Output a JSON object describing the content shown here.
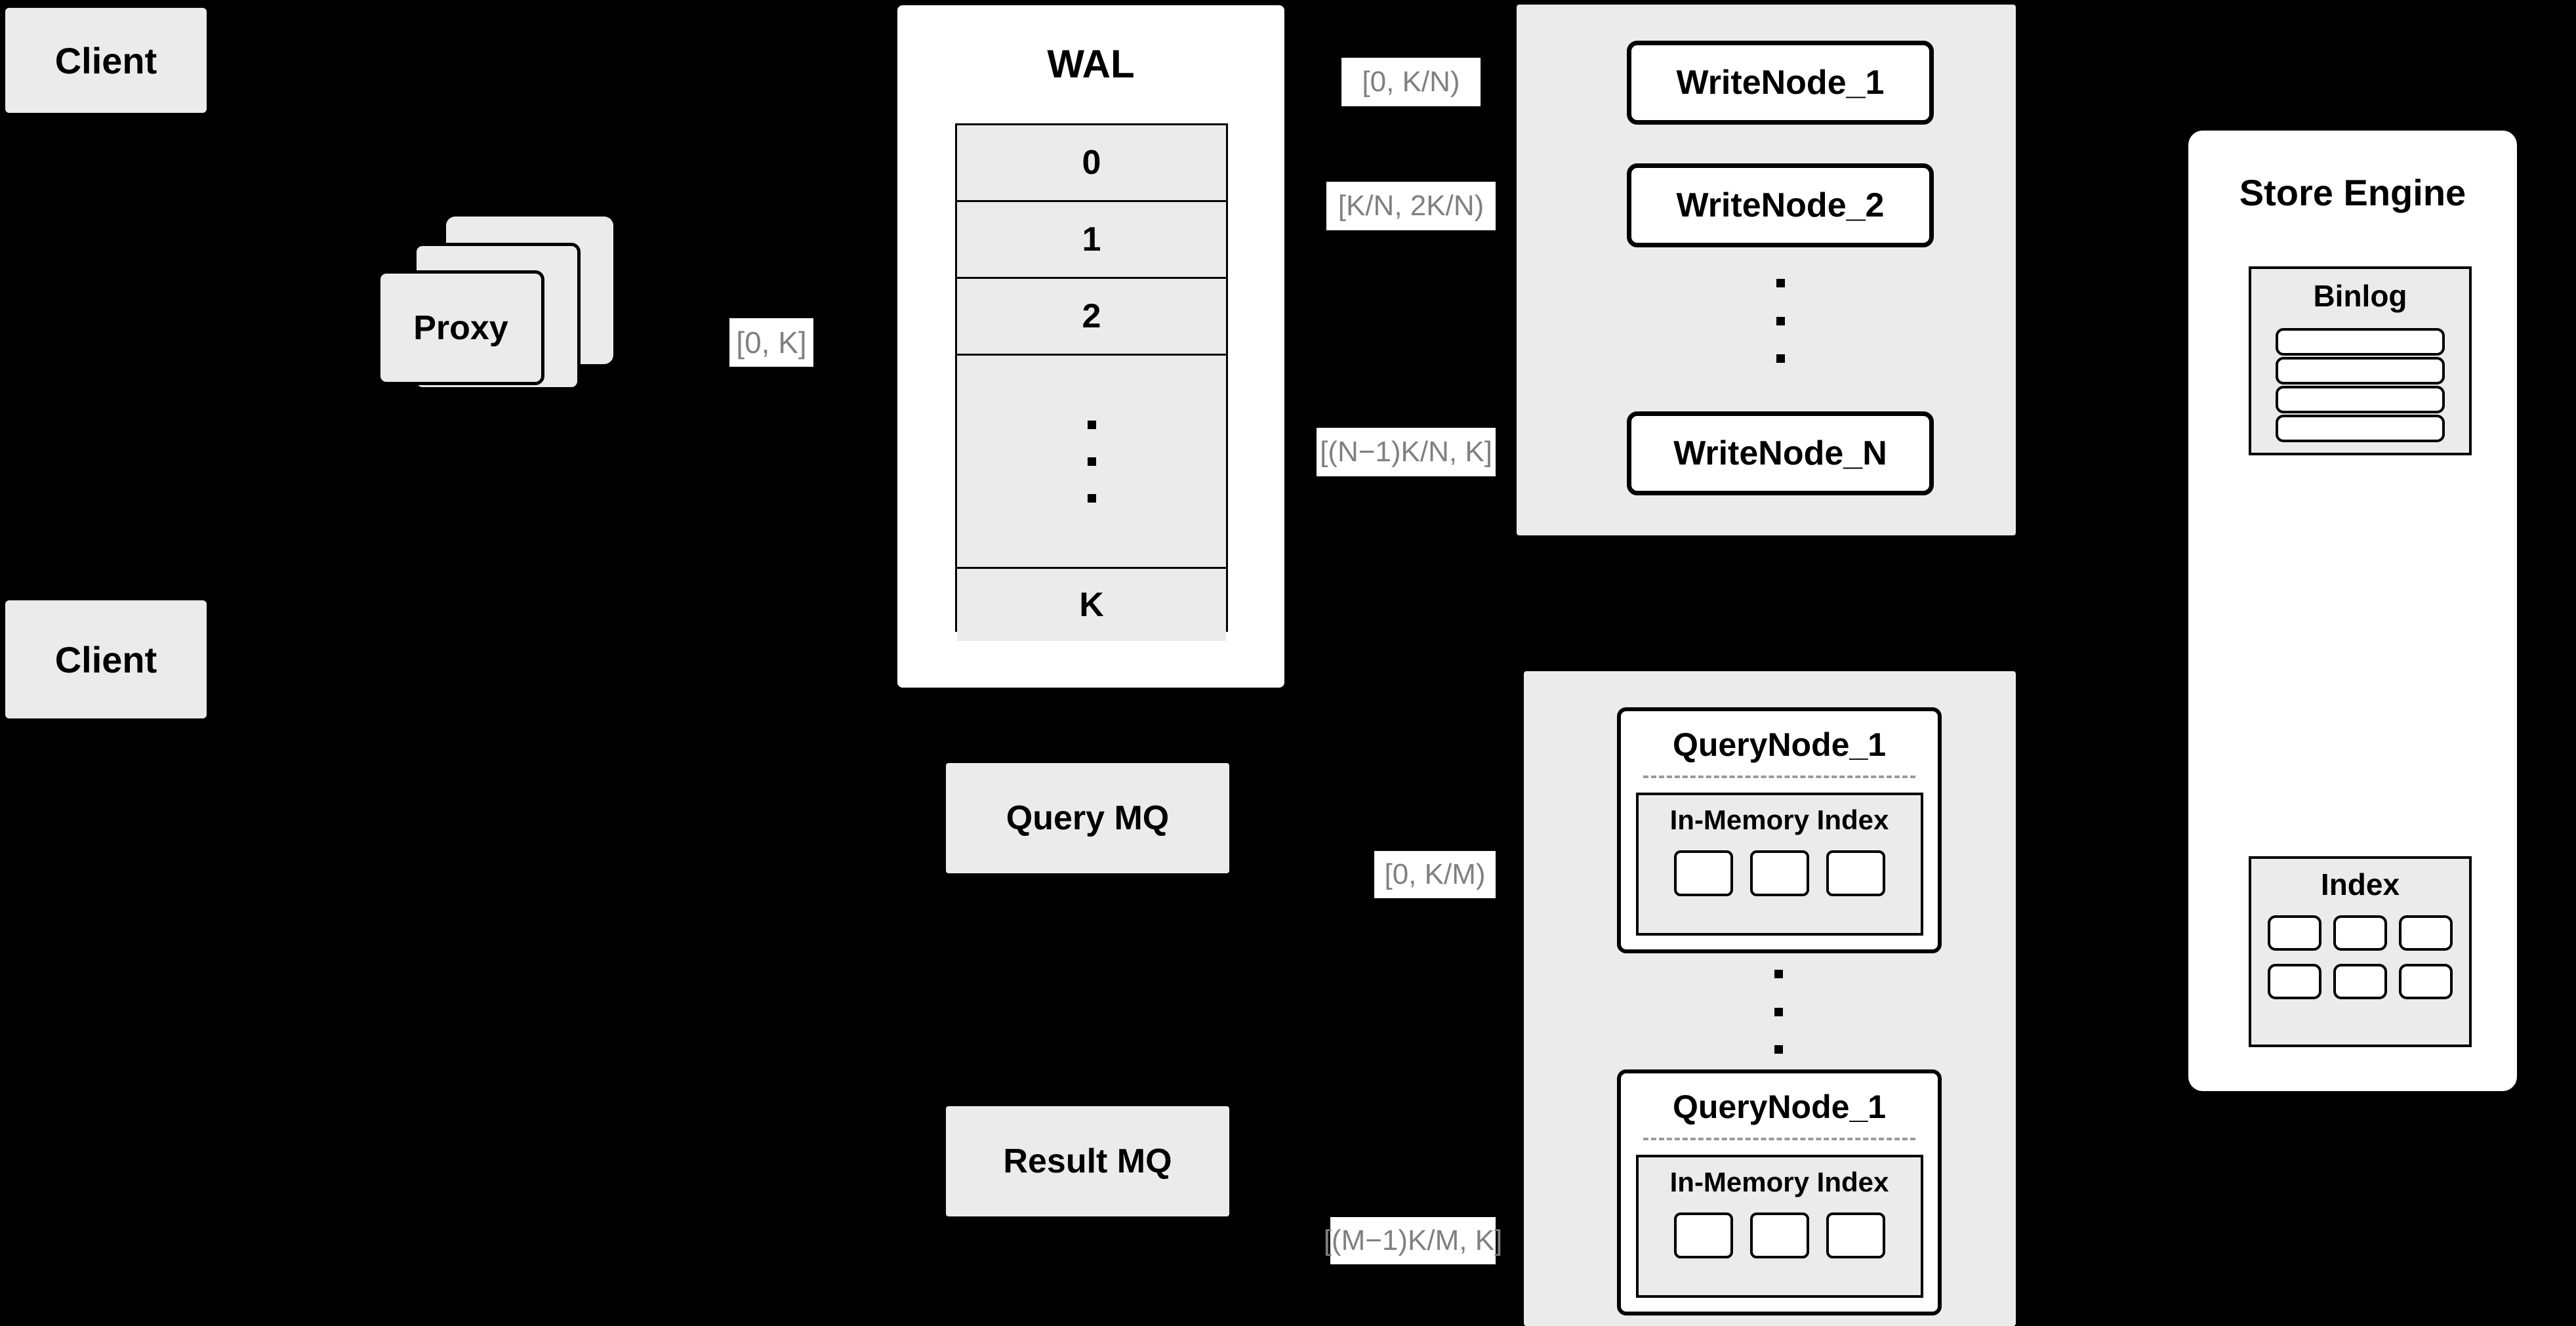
{
  "diagram": {
    "background_color": "#000000",
    "panel_gray": "#ebebeb",
    "node_white": "#ffffff",
    "label_text_color": "#808080"
  },
  "clients": [
    {
      "label": "Client"
    },
    {
      "label": "Client"
    }
  ],
  "proxy": {
    "label": "Proxy",
    "stack_count": 3
  },
  "labels": {
    "proxy_range": "[0, K]",
    "write_ranges": [
      "[0,  K/N)",
      "[K/N, 2K/N)",
      "[(N−1)K/N,  K]"
    ],
    "query_ranges": [
      "[0, K/M)",
      "[(M−1)K/M, K]"
    ]
  },
  "wal": {
    "title": "WAL",
    "rows": [
      "0",
      "1",
      "2",
      "·",
      "K"
    ],
    "ellipsis_dots": 3
  },
  "write_nodes": {
    "items": [
      {
        "label": "WriteNode_1"
      },
      {
        "label": "WriteNode_2"
      },
      {
        "label": "WriteNode_N"
      }
    ],
    "ellipsis_dots": 3
  },
  "message_queues": [
    {
      "label": "Query MQ"
    },
    {
      "label": "Result MQ"
    }
  ],
  "query_nodes": {
    "items": [
      {
        "label": "QueryNode_1",
        "index_label": "In-Memory Index",
        "cells": 3
      },
      {
        "label": "QueryNode_1",
        "index_label": "In-Memory Index",
        "cells": 3
      }
    ],
    "ellipsis_dots": 3
  },
  "store_engine": {
    "title": "Store Engine",
    "binlog": {
      "title": "Binlog",
      "bars": 4
    },
    "index": {
      "title": "Index",
      "rows": 2,
      "cols": 3,
      "cells": 6
    }
  }
}
